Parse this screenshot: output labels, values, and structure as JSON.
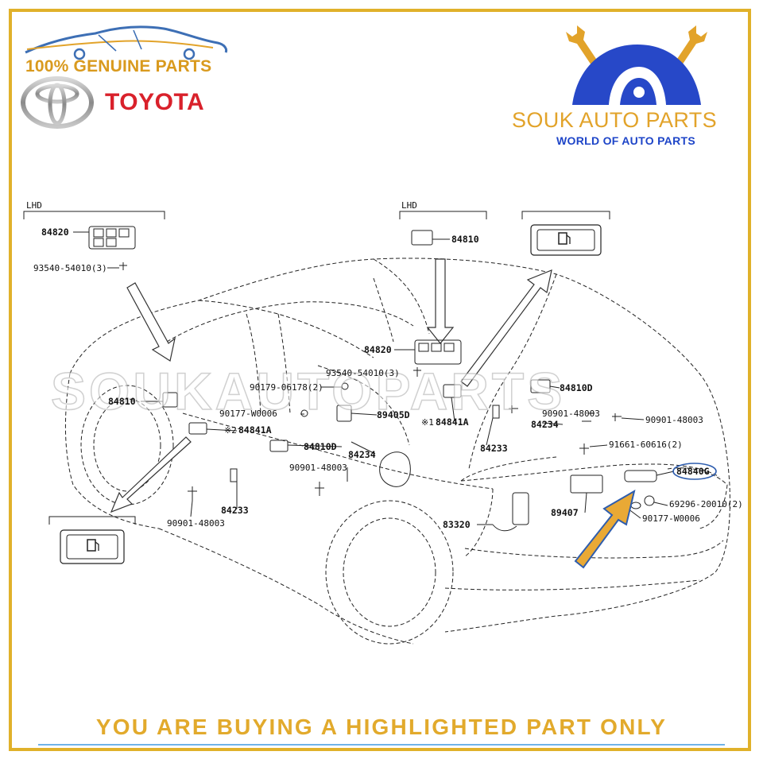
{
  "branding": {
    "genuine_text": "100% GENUINE PARTS",
    "brand_name": "TOYOTA",
    "shop_name": "SOUK AUTO PARTS",
    "shop_tagline": "WORLD OF AUTO PARTS",
    "watermark": "SOUKAUTOPARTS"
  },
  "footer": {
    "notice": "YOU ARE BUYING A HIGHLIGHTED PART ONLY"
  },
  "diagram": {
    "group_labels": [
      "LHD",
      "LHD"
    ],
    "part_labels": {
      "p84820_a": "84820",
      "p93540_a": "93540-54010(3)",
      "p84810_a": "84810",
      "p84810_b": "84810",
      "p84820_b": "84820",
      "p93540_b": "93540-54010(3)",
      "p90179": "90179-06178(2)",
      "p90177_a": "90177-W0006",
      "p89405d": "89405D",
      "p84841a_a": "84841A",
      "p84841a_b": "84841A",
      "note_1": "※1",
      "note_2": "※2",
      "p84810d_a": "84810D",
      "p84810d_b": "84810D",
      "p84234_a": "84234",
      "p84234_b": "84234",
      "p90901_a": "90901-48003",
      "p90901_b": "90901-48003",
      "p90901_c": "90901-48003",
      "p90901_d": "90901-48003",
      "p84233_a": "84233",
      "p84233_b": "84233",
      "p91661": "91661-60616(2)",
      "p84840g": "84840G",
      "p69296": "69296-20010(2)",
      "p90177_b": "90177-W0006",
      "p89407": "89407",
      "p83320": "83320"
    },
    "highlighted_part": "84840G",
    "colors": {
      "border": "#E0B12A",
      "highlight_arrow": "#E9A935",
      "highlight_arrow_outline": "#2E5DAE",
      "brand_red": "#D9212B",
      "tagline_blue": "#1E45C8"
    }
  }
}
